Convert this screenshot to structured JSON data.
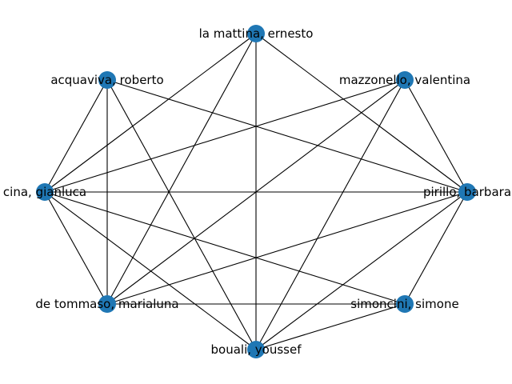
{
  "graph": {
    "node_color": "#1f77b4",
    "edge_color": "#000000",
    "nodes": [
      {
        "id": "la_mattina",
        "label": "la mattina, ernesto"
      },
      {
        "id": "acquaviva",
        "label": "acquaviva, roberto"
      },
      {
        "id": "mazzonello",
        "label": "mazzonello, valentina"
      },
      {
        "id": "cina",
        "label": "cina, gianluca"
      },
      {
        "id": "pirillo",
        "label": "pirillo, barbara"
      },
      {
        "id": "de_tommaso",
        "label": "de tommaso, marialuna"
      },
      {
        "id": "simoncini",
        "label": "simoncini, simone"
      },
      {
        "id": "bouali",
        "label": "bouali, youssef"
      }
    ],
    "edges": [
      [
        "la_mattina",
        "cina"
      ],
      [
        "la_mattina",
        "de_tommaso"
      ],
      [
        "la_mattina",
        "bouali"
      ],
      [
        "la_mattina",
        "pirillo"
      ],
      [
        "acquaviva",
        "cina"
      ],
      [
        "acquaviva",
        "de_tommaso"
      ],
      [
        "acquaviva",
        "bouali"
      ],
      [
        "acquaviva",
        "pirillo"
      ],
      [
        "mazzonello",
        "cina"
      ],
      [
        "mazzonello",
        "de_tommaso"
      ],
      [
        "mazzonello",
        "bouali"
      ],
      [
        "mazzonello",
        "pirillo"
      ],
      [
        "cina",
        "pirillo"
      ],
      [
        "cina",
        "de_tommaso"
      ],
      [
        "cina",
        "bouali"
      ],
      [
        "cina",
        "simoncini"
      ],
      [
        "pirillo",
        "de_tommaso"
      ],
      [
        "pirillo",
        "bouali"
      ],
      [
        "pirillo",
        "simoncini"
      ],
      [
        "de_tommaso",
        "simoncini"
      ],
      [
        "bouali",
        "simoncini"
      ]
    ]
  }
}
